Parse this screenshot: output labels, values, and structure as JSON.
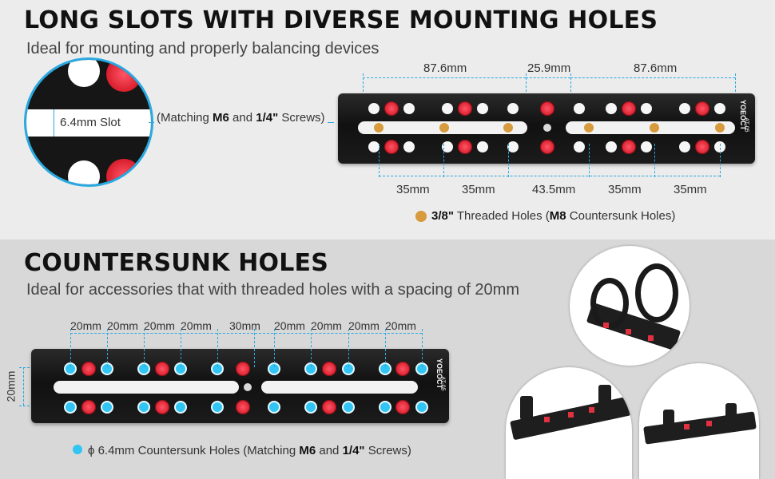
{
  "section1": {
    "title": "LONG SLOTS WITH DIVERSE MOUNTING HOLES",
    "subtitle": "Ideal for mounting and properly balancing devices",
    "slot_label": "6.4mm Slot",
    "callout_prefix": "(Matching ",
    "callout_m6": "M6",
    "callout_and": " and ",
    "callout_quarter": "1/4\"",
    "callout_suffix": " Screws)",
    "top_dims": [
      "87.6mm",
      "25.9mm",
      "87.6mm"
    ],
    "bottom_dims": [
      "35mm",
      "35mm",
      "43.5mm",
      "35mm",
      "35mm"
    ],
    "legend_bold1": "3/8\"",
    "legend_mid": " Threaded Holes (",
    "legend_bold2": "M8",
    "legend_end": " Countersunk Holes)"
  },
  "section2": {
    "title": "COUNTERSUNK HOLES",
    "subtitle": "Ideal for accessories that with threaded holes with a spacing of 20mm",
    "top_dims": [
      "20mm",
      "20mm",
      "20mm",
      "20mm",
      "30mm",
      "20mm",
      "20mm",
      "20mm",
      "20mm"
    ],
    "vertical_dim": "20mm",
    "legend_prefix": "ϕ 6.4mm Countersunk Holes (Matching ",
    "legend_m6": "M6",
    "legend_and": " and ",
    "legend_quarter": "1/4\"",
    "legend_suffix": " Screws)"
  },
  "brand": {
    "name": "YOEOCT",
    "model": "AT-05"
  },
  "colors": {
    "accent_blue": "#29a9e0",
    "hole_blue": "#31c5f4",
    "thread_red": "#d81e2c",
    "gold": "#d79a3d"
  }
}
